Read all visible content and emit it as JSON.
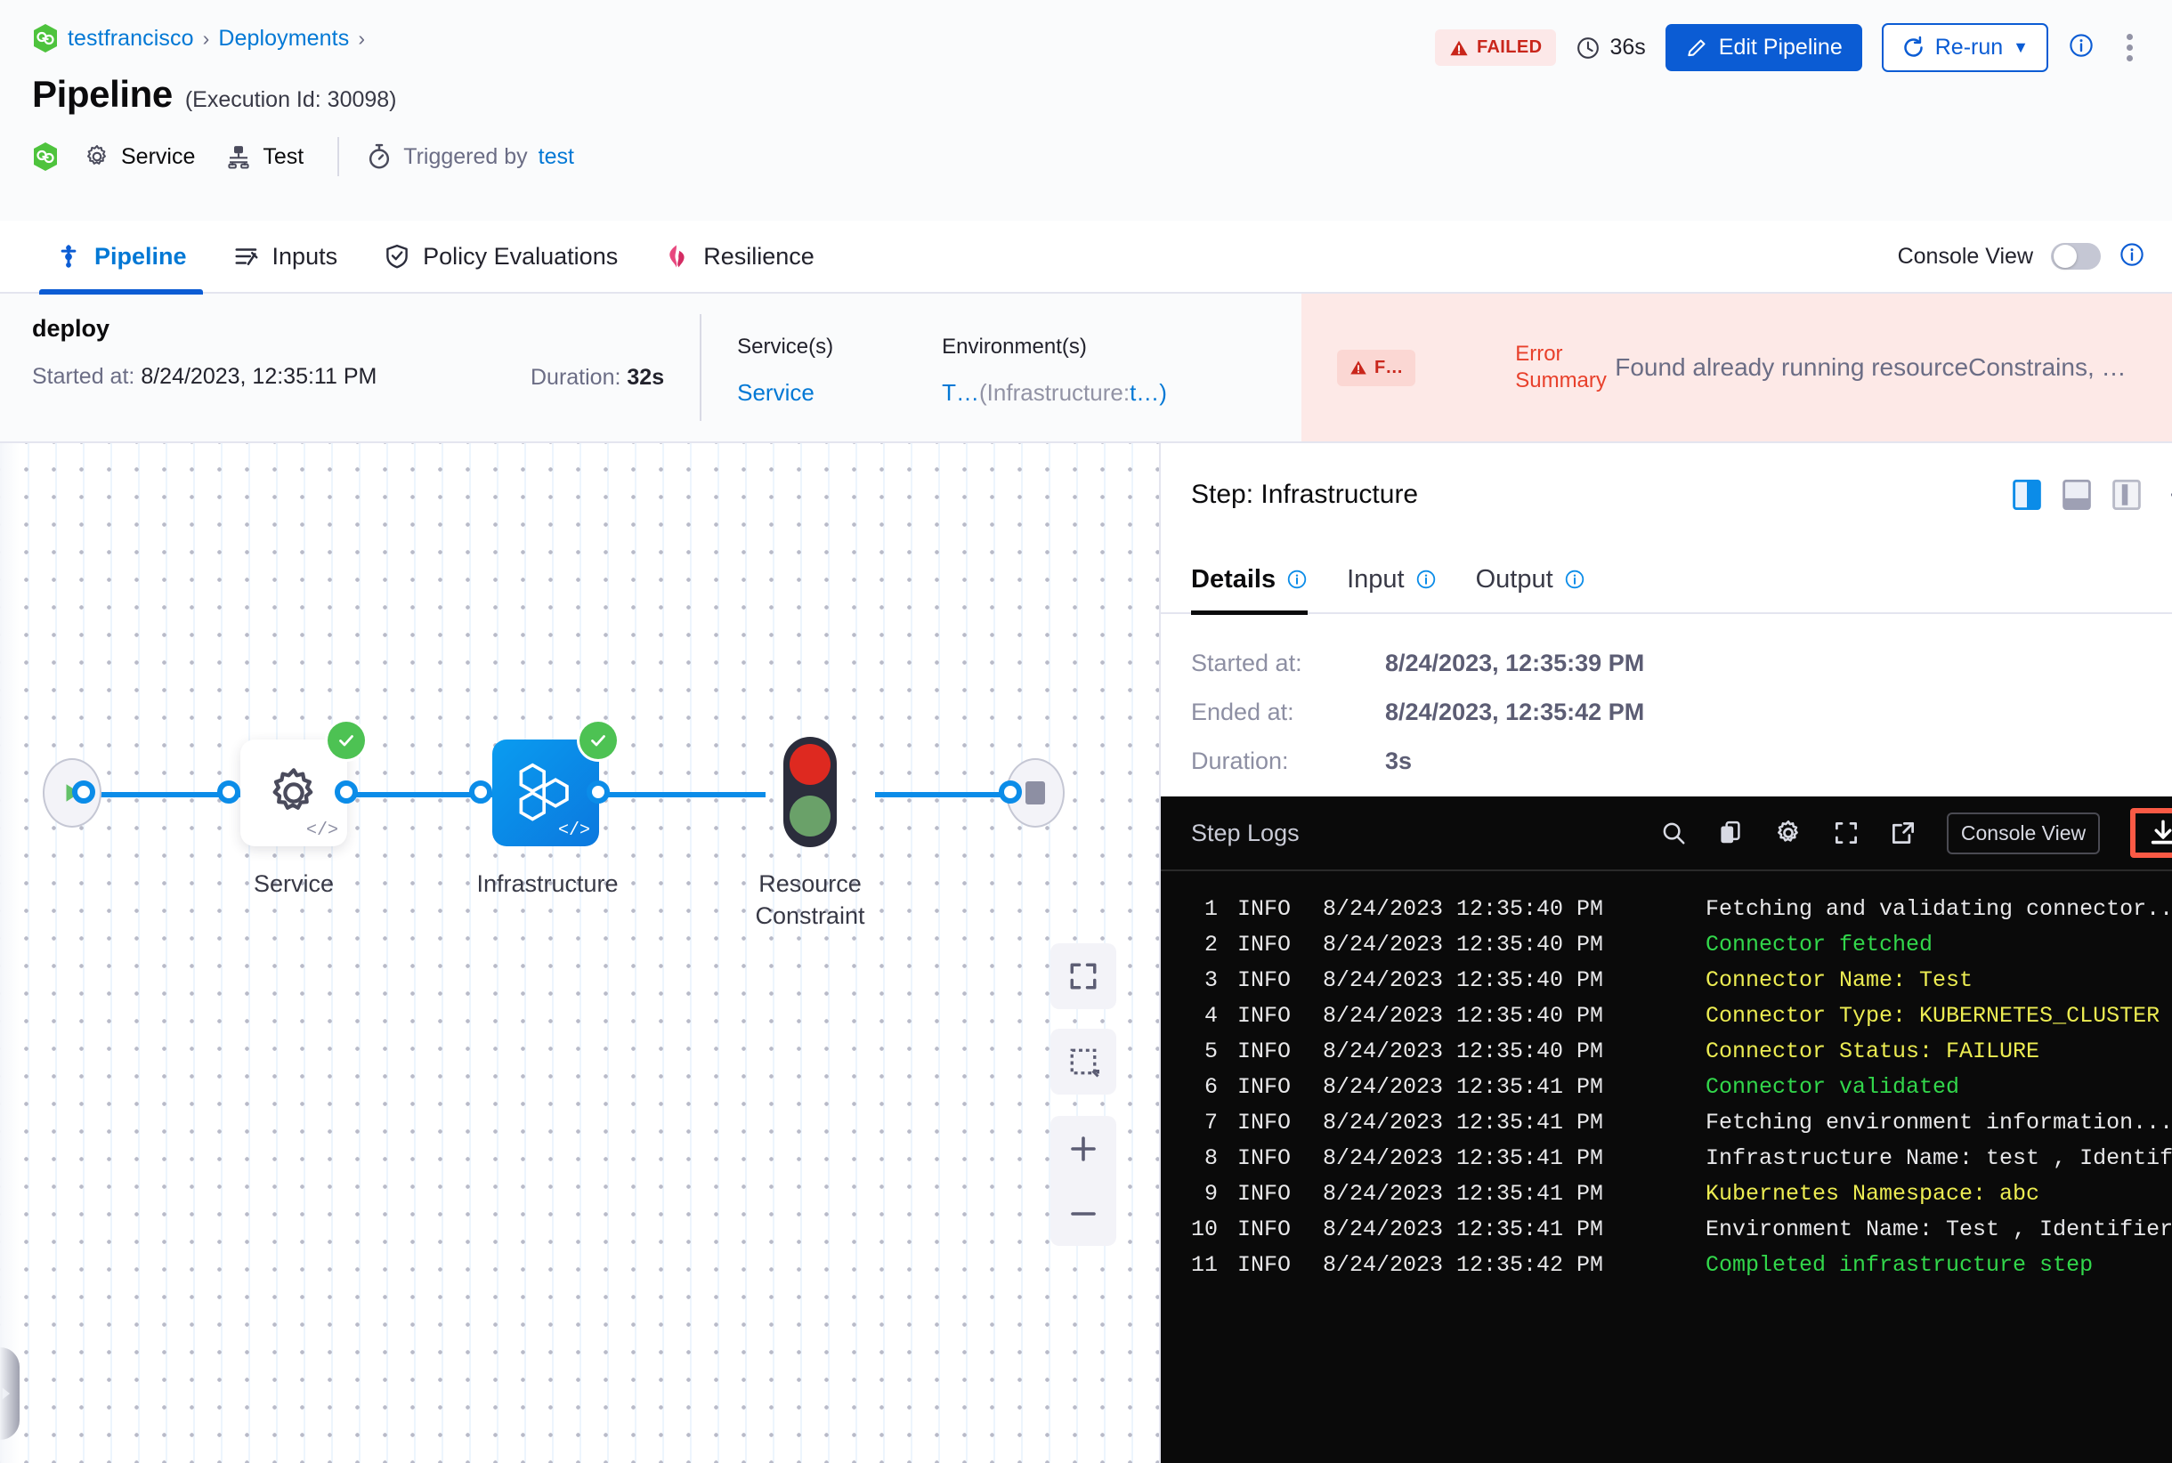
{
  "header": {
    "breadcrumb": [
      {
        "label": "testfrancisco",
        "icon": "harness-logo-icon"
      },
      {
        "label": "Deployments"
      }
    ],
    "breadcrumb_separator": "›",
    "page_title": "Pipeline",
    "execution_id_text": "(Execution Id: 30098)",
    "meta": {
      "service_label": "Service",
      "service_icon": "gear-icon",
      "env_label": "Test",
      "env_icon": "infrastructure-icon",
      "trigger_icon": "stopwatch-icon",
      "triggered_by_prefix": "Triggered by",
      "triggered_by_user": "test"
    },
    "actions": {
      "status_badge": "FAILED",
      "status_icon": "warning-triangle-icon",
      "duration": "36s",
      "duration_icon": "clock-icon",
      "edit_pipeline": "Edit Pipeline",
      "edit_icon": "pencil-icon",
      "rerun": "Re-run",
      "rerun_icon": "refresh-icon",
      "rerun_caret": "▼",
      "info_icon": "info-icon",
      "more_icon": "kebab-menu-icon"
    }
  },
  "tabs": {
    "items": [
      {
        "label": "Pipeline",
        "icon": "pipeline-icon",
        "active": true
      },
      {
        "label": "Inputs",
        "icon": "inputs-icon",
        "active": false
      },
      {
        "label": "Policy Evaluations",
        "icon": "shield-check-icon",
        "active": false
      },
      {
        "label": "Resilience",
        "icon": "resilience-icon",
        "active": false
      }
    ],
    "console_view_label": "Console View",
    "console_view_on": false,
    "console_info_icon": "info-icon"
  },
  "summary": {
    "stage_name": "deploy",
    "started_label": "Started at:",
    "started_value": "8/24/2023, 12:35:11 PM",
    "duration_label": "Duration:",
    "duration_value": "32s",
    "services_label": "Service(s)",
    "services_value": "Service",
    "environments_label": "Environment(s)",
    "environments_value_prefix": "T…",
    "environments_value_infra": "(Infrastructure:",
    "environments_value_suffix": "t…)",
    "error_badge": "F…",
    "error_badge_icon": "warning-triangle-icon",
    "error_summary_label": "Error Summary",
    "error_summary_text": "Found already running resourceConstrains, …"
  },
  "canvas": {
    "controls": [
      {
        "name": "fit-to-screen",
        "icon": "fit-screen-icon"
      },
      {
        "name": "selection-box",
        "icon": "dashed-select-icon"
      },
      {
        "name": "zoom-in",
        "icon": "plus-icon"
      },
      {
        "name": "zoom-out",
        "icon": "minus-icon"
      }
    ],
    "nodes": [
      {
        "name": "start",
        "type": "terminal",
        "icon": "play-icon",
        "label": ""
      },
      {
        "name": "service",
        "type": "card",
        "icon": "gear-icon",
        "label": "Service",
        "status": "success"
      },
      {
        "name": "infrastructure",
        "type": "card",
        "icon": "hexagons-icon",
        "label": "Infrastructure",
        "status": "success",
        "selected": true
      },
      {
        "name": "resource-constraint",
        "type": "traffic-light",
        "icon": "traffic-light-icon",
        "label": "Resource Constraint"
      },
      {
        "name": "end",
        "type": "terminal",
        "icon": "stop-icon",
        "label": ""
      }
    ],
    "left_handle_icon": "chevron-right-icon"
  },
  "step_panel": {
    "title": "Step: Infrastructure",
    "layout_icons": [
      "panel-right-icon",
      "panel-bottom-icon",
      "panel-full-icon"
    ],
    "minimize_icon": "minimize-icon",
    "tabs": [
      {
        "label": "Details",
        "active": true,
        "info_icon": "info-icon"
      },
      {
        "label": "Input",
        "active": false,
        "info_icon": "info-icon"
      },
      {
        "label": "Output",
        "active": false,
        "info_icon": "info-icon"
      }
    ],
    "details": [
      {
        "key": "Started at:",
        "value": "8/24/2023, 12:35:39 PM"
      },
      {
        "key": "Ended at:",
        "value": "8/24/2023, 12:35:42 PM"
      },
      {
        "key": "Duration:",
        "value": "3s"
      }
    ]
  },
  "logs": {
    "title": "Step Logs",
    "toolbar_icons": [
      {
        "name": "search-icon"
      },
      {
        "name": "copy-icon"
      },
      {
        "name": "gear-icon"
      },
      {
        "name": "fullscreen-icon"
      },
      {
        "name": "open-external-icon"
      }
    ],
    "console_view_button": "Console View",
    "download_icon": "download-icon",
    "download_highlighted": true,
    "highlight_color": "#fa5a45",
    "lines": [
      {
        "num": "1",
        "level": "INFO",
        "ts": "8/24/2023 12:35:40 PM",
        "msg": "Fetching and validating connector...",
        "color": "white"
      },
      {
        "num": "2",
        "level": "INFO",
        "ts": "8/24/2023 12:35:40 PM",
        "msg": "Connector fetched",
        "color": "green"
      },
      {
        "num": "3",
        "level": "INFO",
        "ts": "8/24/2023 12:35:40 PM",
        "msg": "Connector Name: Test",
        "color": "yellow"
      },
      {
        "num": "4",
        "level": "INFO",
        "ts": "8/24/2023 12:35:40 PM",
        "msg": "Connector Type: KUBERNETES_CLUSTER",
        "color": "yellow"
      },
      {
        "num": "5",
        "level": "INFO",
        "ts": "8/24/2023 12:35:40 PM",
        "msg": "Connector Status: FAILURE",
        "color": "yellow"
      },
      {
        "num": "6",
        "level": "INFO",
        "ts": "8/24/2023 12:35:41 PM",
        "msg": "Connector validated",
        "color": "green"
      },
      {
        "num": "7",
        "level": "INFO",
        "ts": "8/24/2023 12:35:41 PM",
        "msg": "Fetching environment information...",
        "color": "white"
      },
      {
        "num": "8",
        "level": "INFO",
        "ts": "8/24/2023 12:35:41 PM",
        "msg": "Infrastructure Name: test , Identifier:",
        "color": "white"
      },
      {
        "num": "9",
        "level": "INFO",
        "ts": "8/24/2023 12:35:41 PM",
        "msg": "Kubernetes Namespace: abc",
        "color": "yellow"
      },
      {
        "num": "10",
        "level": "INFO",
        "ts": "8/24/2023 12:35:41 PM",
        "msg": "Environment Name: Test , Identifier: Te",
        "color": "white"
      },
      {
        "num": "11",
        "level": "INFO",
        "ts": "8/24/2023 12:35:42 PM",
        "msg": "Completed infrastructure step",
        "color": "green"
      }
    ]
  },
  "colors": {
    "accent_blue": "#0b5cd4",
    "link_blue": "#0278d5",
    "edge_blue": "#0b8ce8",
    "failed_red": "#c9261b",
    "error_bg": "#fde9e7",
    "success_green": "#4dc253",
    "log_green": "#32d74b",
    "log_yellow": "#ecec52",
    "highlight_orange": "#fa5a45"
  }
}
